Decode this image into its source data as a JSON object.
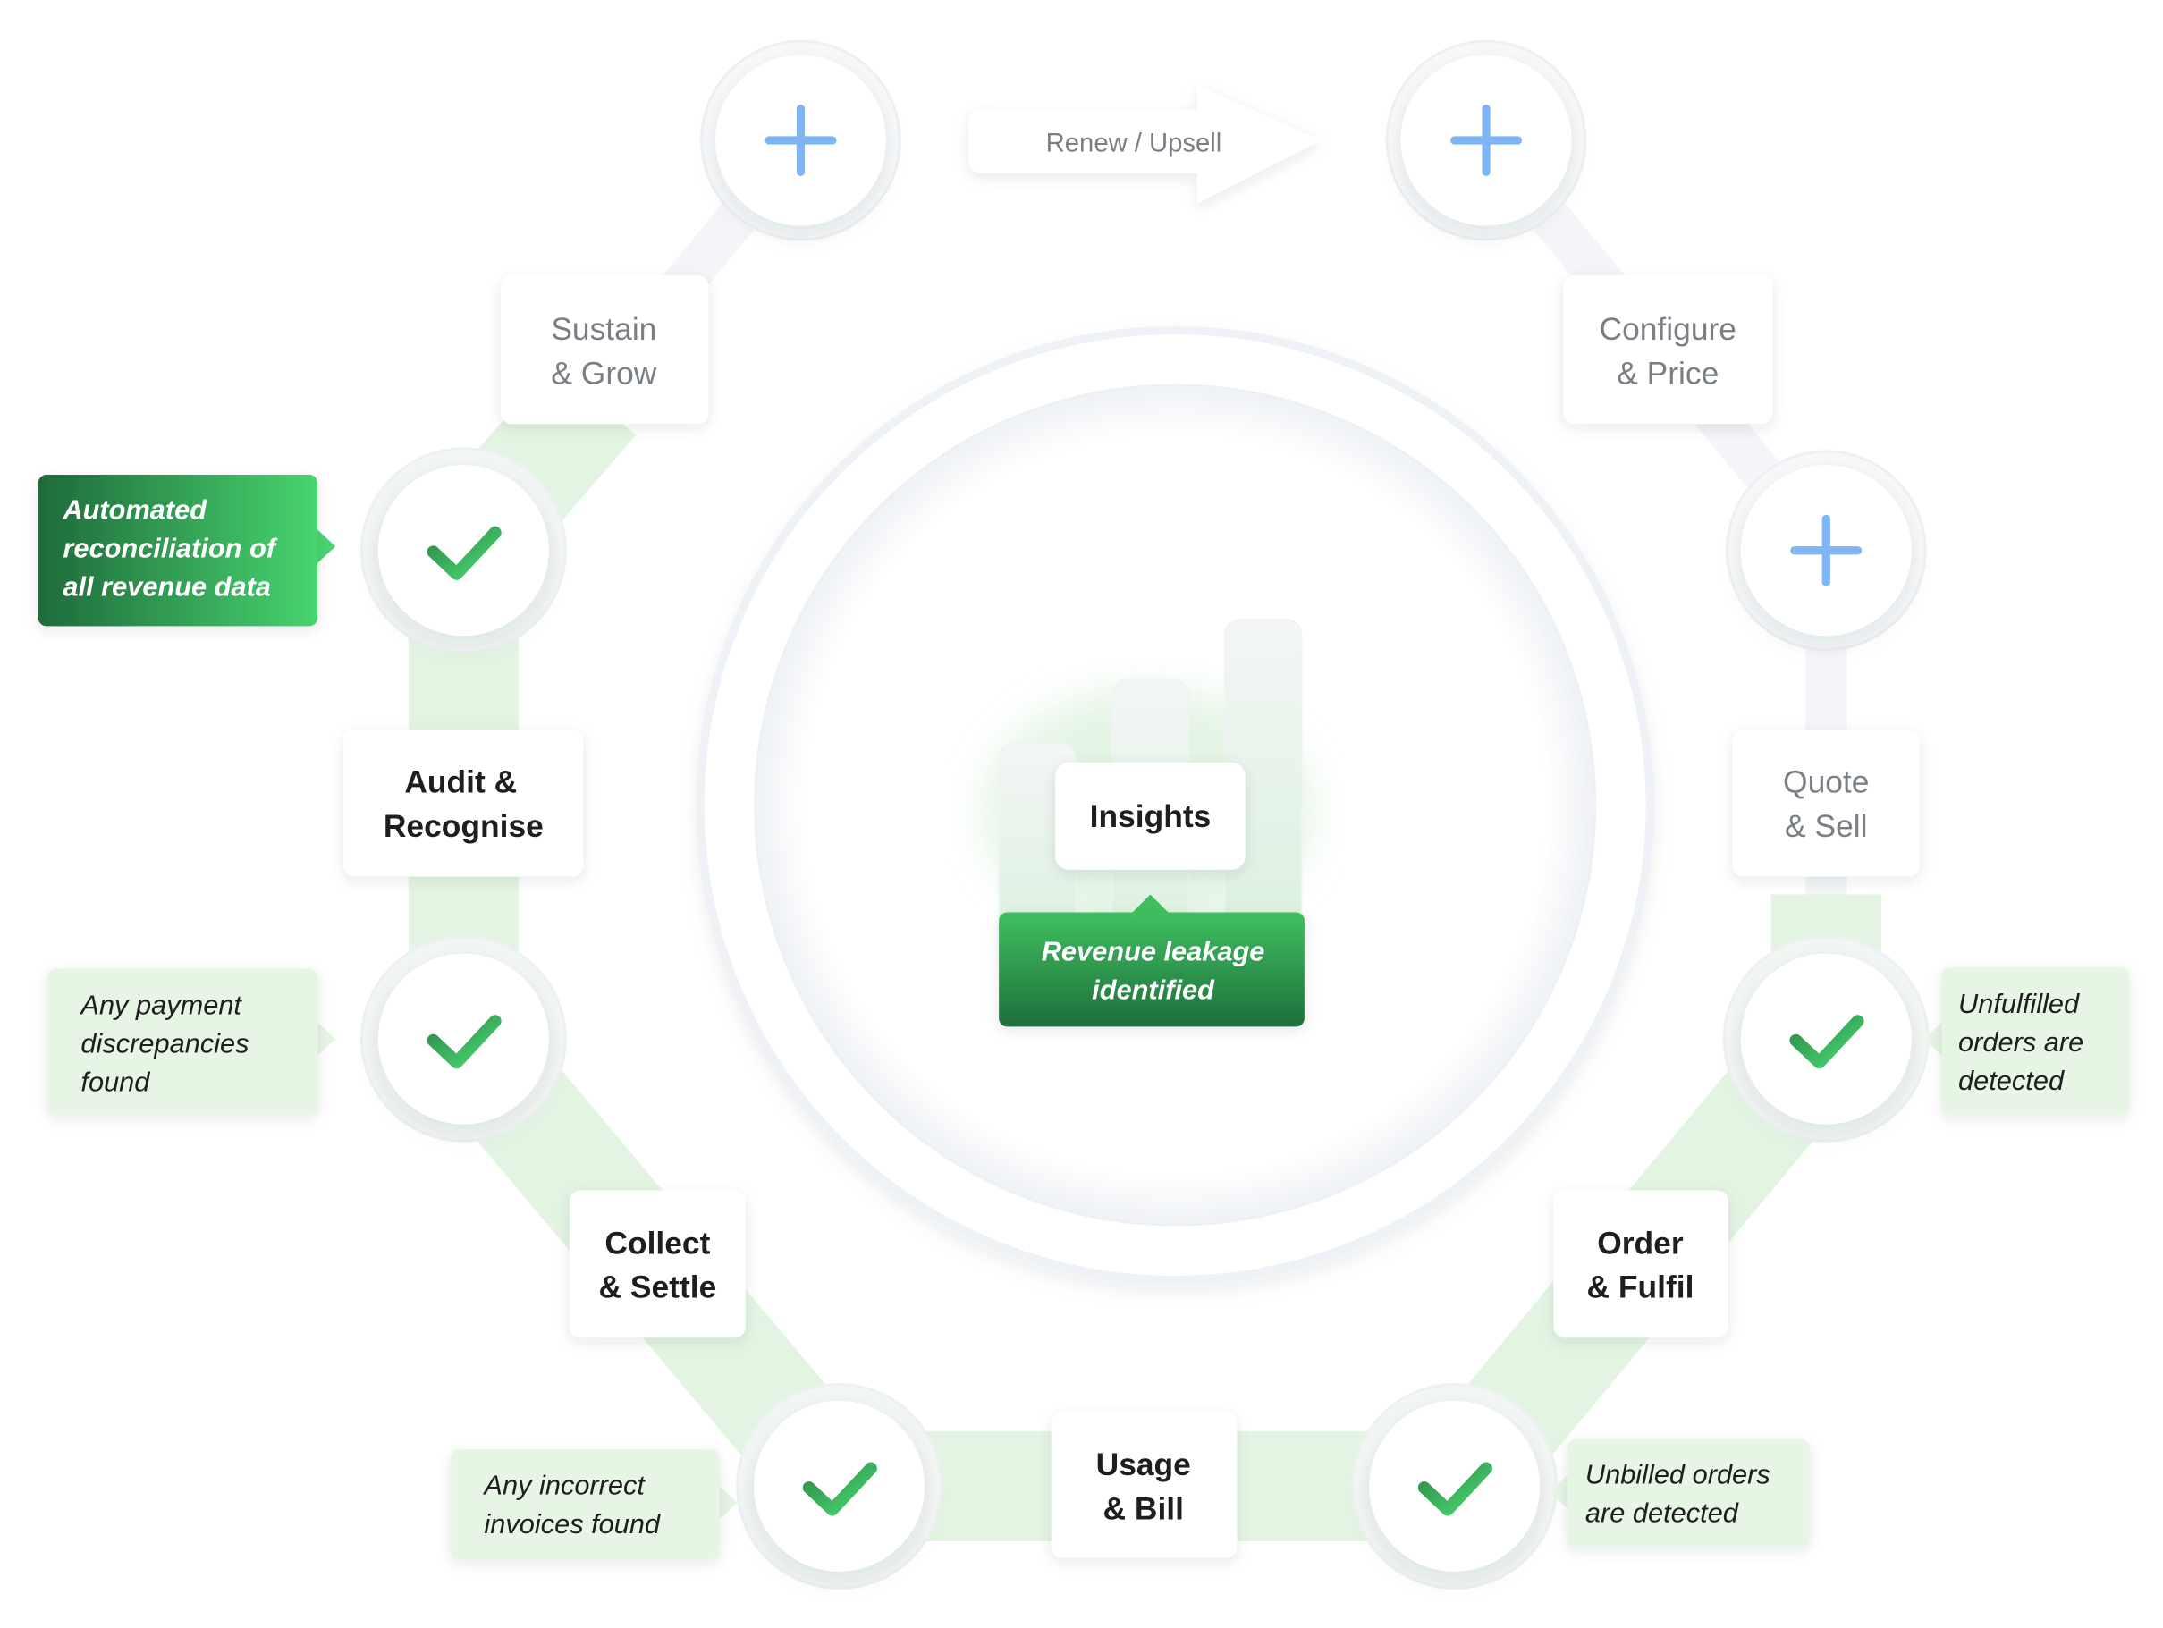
{
  "colors": {
    "accent_green": "#2E9A4E",
    "dark_green": "#1E6B3A",
    "light_green": "#46D36E",
    "pale_green": "#E6F5E4",
    "plus_blue": "#7FB4F5",
    "inactive_text": "#7A7F86",
    "active_text": "#1E1E1E"
  },
  "renew": {
    "label": "Renew / Upsell"
  },
  "center": {
    "label": "Insights",
    "leakage": [
      "Revenue leakage",
      "identified"
    ]
  },
  "stages": {
    "sustain": {
      "lines": [
        "Sustain",
        "& Grow"
      ],
      "active": false
    },
    "configure": {
      "lines": [
        "Configure",
        "& Price"
      ],
      "active": false
    },
    "quote": {
      "lines": [
        "Quote",
        "& Sell"
      ],
      "active": false
    },
    "order": {
      "lines": [
        "Order",
        "& Fulfil"
      ],
      "active": true
    },
    "usage": {
      "lines": [
        "Usage",
        "& Bill"
      ],
      "active": true
    },
    "collect": {
      "lines": [
        "Collect",
        "& Settle"
      ],
      "active": true
    },
    "audit": {
      "lines": [
        "Audit &",
        "Recognise"
      ],
      "active": true
    }
  },
  "callouts": {
    "reconciliation": [
      "Automated",
      "reconciliation of",
      "all revenue data"
    ],
    "payment": [
      "Any payment",
      "discrepancies",
      "found"
    ],
    "invoices": [
      "Any incorrect",
      "invoices found"
    ],
    "unbilled": [
      "Unbilled orders",
      "are detected"
    ],
    "unfulfilled": [
      "Unfulfilled",
      "orders are",
      "detected"
    ]
  },
  "nodes": [
    {
      "id": "plus-top-left",
      "icon": "plus-icon"
    },
    {
      "id": "plus-top-right",
      "icon": "plus-icon"
    },
    {
      "id": "plus-right",
      "icon": "plus-icon"
    },
    {
      "id": "check-left-upper",
      "icon": "check-icon"
    },
    {
      "id": "check-left-lower",
      "icon": "check-icon"
    },
    {
      "id": "check-bottom-left",
      "icon": "check-icon"
    },
    {
      "id": "check-bottom-right",
      "icon": "check-icon"
    },
    {
      "id": "check-right",
      "icon": "check-icon"
    }
  ]
}
